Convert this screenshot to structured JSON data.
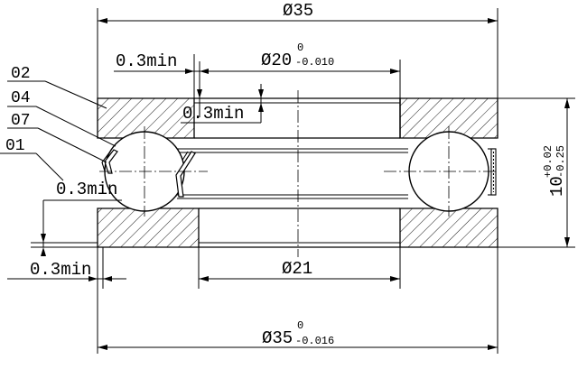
{
  "drawing": {
    "parts": [
      "02",
      "04",
      "07",
      "01"
    ],
    "dimensions": {
      "top_overall": "Ø35",
      "shaft_bore": "Ø20",
      "shaft_bore_upper_dev": "0",
      "shaft_bore_lower_dev": "-0.010",
      "chamfer_top_left": "0.3min",
      "chamfer_top_inner": "0.3min",
      "chamfer_mid_left": "0.3min",
      "chamfer_bottom": "0.3min",
      "housing_bore": "Ø21",
      "bottom_overall": "Ø35",
      "bottom_upper_dev": "0",
      "bottom_lower_dev": "-0.016",
      "height": "10",
      "height_upper_dev": "+0.02",
      "height_lower_dev": "-0.25"
    }
  }
}
